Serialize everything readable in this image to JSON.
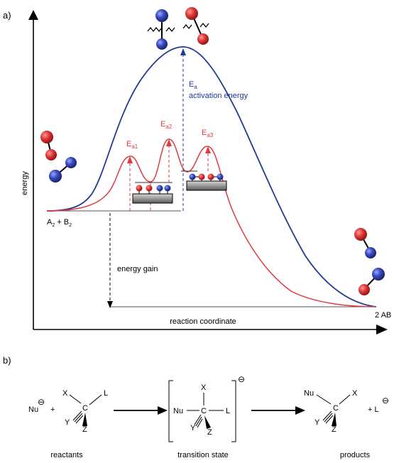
{
  "panel_a": {
    "label": "a)",
    "y_axis_label": "energy",
    "x_axis_label": "reaction coordinate",
    "reactants_label": "A",
    "reactants_sub1": "2",
    "reactants_plus": " + B",
    "reactants_sub2": "2",
    "products_label": "2 AB",
    "ea_main": "E",
    "ea_main_sub": "a",
    "activation_energy": "activation energy",
    "ea1": "E",
    "ea1_sub": "a1",
    "ea2": "E",
    "ea2_sub": "a2",
    "ea3": "E",
    "ea3_sub": "a3",
    "energy_gain": "energy gain",
    "colors": {
      "uncatalyzed": "#1f3a93",
      "catalyzed": "#e0393e",
      "red_atom": "#d62828",
      "blue_atom": "#2b3a9a",
      "surface": "#8c8c8c"
    }
  },
  "panel_b": {
    "label": "b)",
    "reactants": {
      "nu": "Nu",
      "charge": "⊖",
      "plus": "+",
      "x": "X",
      "l": "L",
      "c": "C",
      "y": "Y",
      "z": "Z",
      "caption": "reactants"
    },
    "transition_state": {
      "nu": "Nu",
      "x": "X",
      "c": "C",
      "l": "L",
      "y": "Y",
      "z": "Z",
      "charge": "⊖",
      "caption": "transition state"
    },
    "products": {
      "nu": "Nu",
      "x": "X",
      "c": "C",
      "y": "Y",
      "z": "Z",
      "plus": "+ L",
      "charge": "⊖",
      "caption": "products"
    }
  }
}
